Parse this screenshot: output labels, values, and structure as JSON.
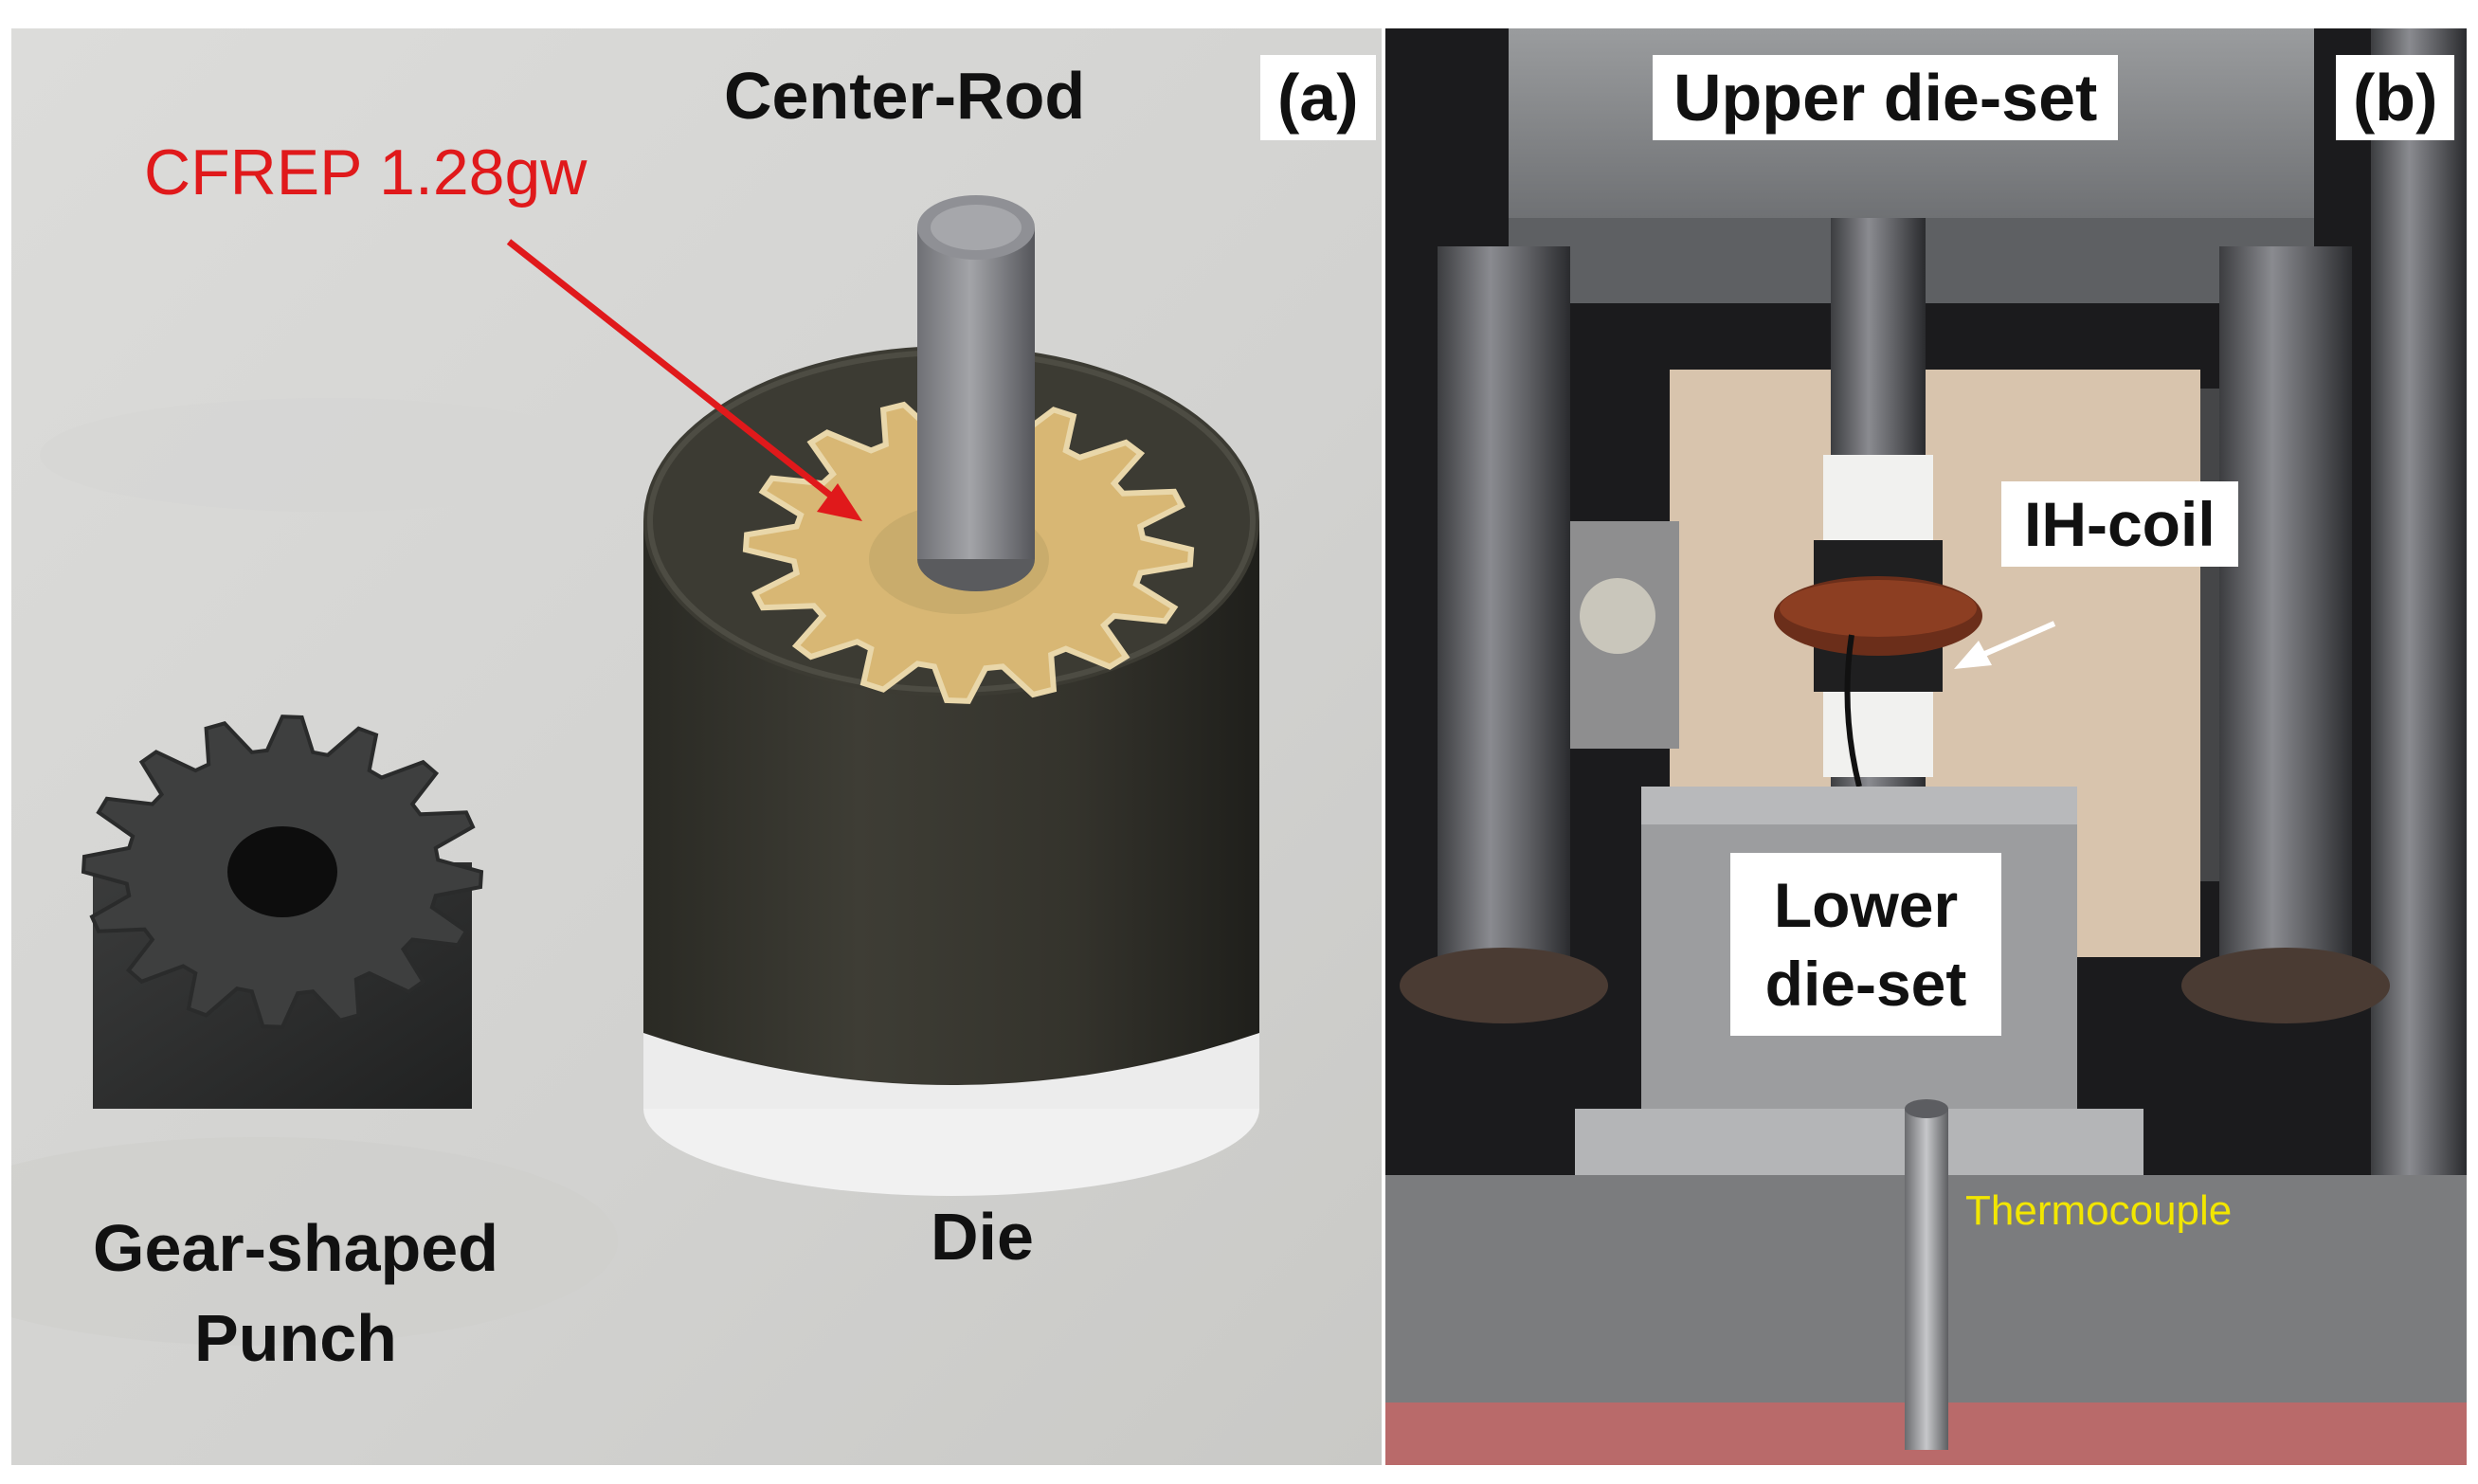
{
  "panel_a": {
    "tag": "(a)",
    "center_rod_label": "Center-Rod",
    "material_label": "CFREP 1.28gw",
    "die_label": "Die",
    "punch_label_line1": "Gear-shaped",
    "punch_label_line2": "Punch"
  },
  "panel_b": {
    "tag": "(b)",
    "upper_die_label": "Upper die-set",
    "coil_label": "IH-coil",
    "lower_die_line1": "Lower",
    "lower_die_line2": "die-set",
    "thermocouple_label": "Thermocouple"
  },
  "colors": {
    "material_label": "#e0191b",
    "thermocouple_label": "#f2e600",
    "annotation_arrow_a": "#e0191b",
    "annotation_arrow_b": "#ffffff"
  }
}
